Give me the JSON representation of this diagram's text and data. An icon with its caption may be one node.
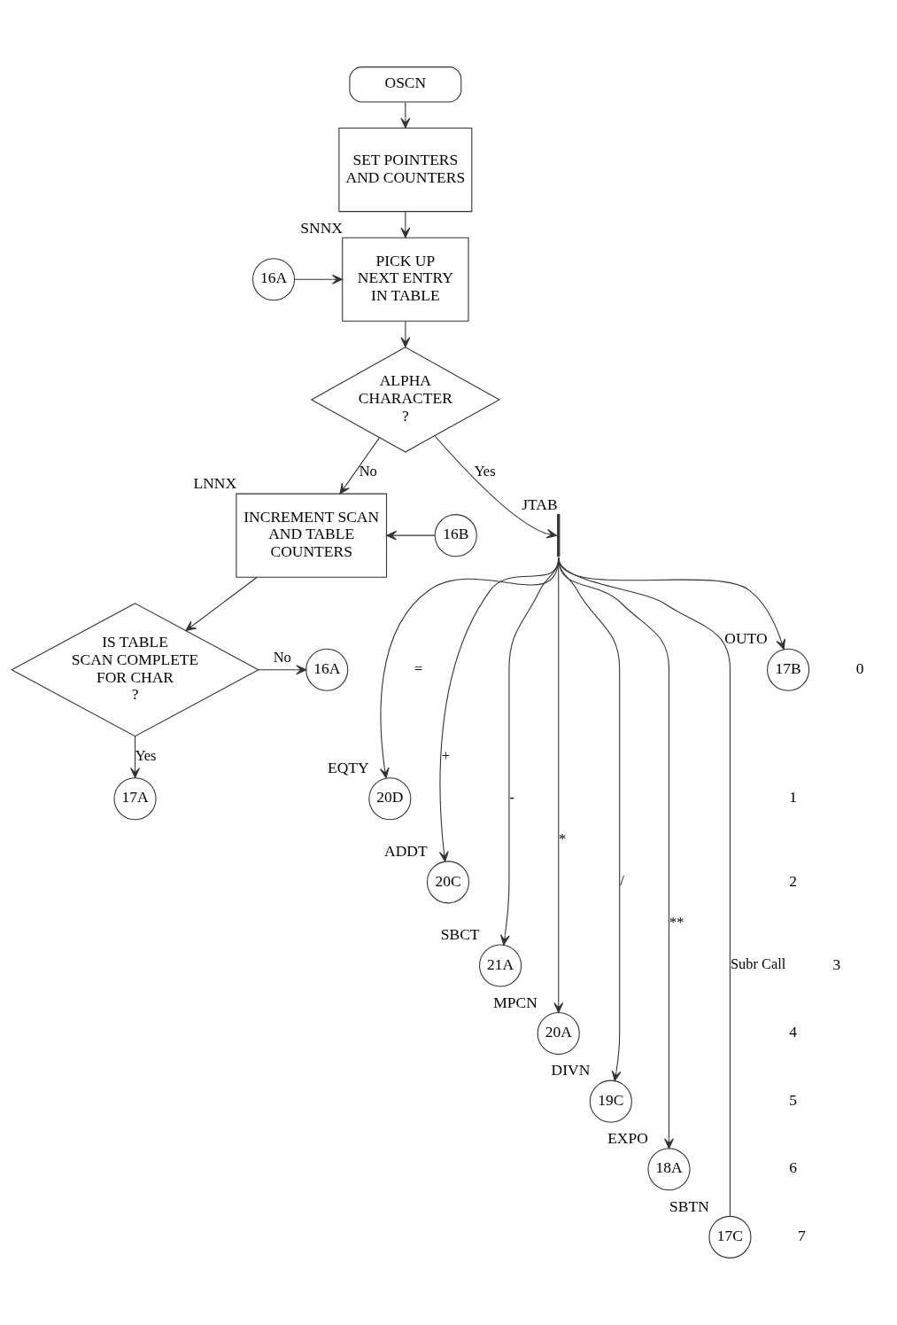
{
  "diagram": {
    "nodes": [
      {
        "text": [
          "OSCN"
        ]
      },
      {
        "text": [
          "SET POINTERS AND COUNTERS"
        ]
      },
      {
        "text": [
          "16A"
        ]
      },
      {
        "text": [
          "PICK UP NEXT ENTRY IN TABLE"
        ],
        "beside": [
          "SNNX"
        ]
      },
      {
        "text": [
          "ALPHA CHARACTER ?"
        ]
      },
      {
        "text": [
          "16B"
        ]
      },
      {
        "text": [
          "INCREMENT SCAN AND TABLE COUNTERS"
        ],
        "beside": [
          "LNNX"
        ]
      },
      {
        "text": [
          "IS TABLE SCAN COMPLETE FOR CHAR ?"
        ]
      },
      {
        "text": [
          "16A"
        ]
      },
      {
        "text": [
          "17A"
        ]
      },
      {
        "text": [],
        "shape": "bar",
        "beside": [
          "JTAB"
        ]
      },
      {
        "text": [
          "17B"
        ],
        "beside": [
          "OUTO"
        ]
      },
      {
        "text": [
          "20D"
        ],
        "beside": [
          "EQTY"
        ]
      },
      {
        "text": [
          "20C"
        ],
        "beside": [
          "ADDT"
        ]
      },
      {
        "text": [
          "21A"
        ],
        "beside": [
          "SBCT"
        ]
      },
      {
        "text": [
          "20A"
        ],
        "beside": [
          "MPCN"
        ]
      },
      {
        "text": [
          "19C"
        ],
        "beside": [
          "DIVN"
        ]
      },
      {
        "text": [
          "18A"
        ],
        "beside": [
          "EXPO"
        ]
      },
      {
        "text": [
          "17C"
        ],
        "beside": [
          "SBTN"
        ]
      }
    ],
    "edges": [
      {
        "from": 0,
        "to": 1,
        "arrow": "to"
      },
      {
        "from": 1,
        "to": 3,
        "arrow": "to"
      },
      {
        "from": 2,
        "to": 3,
        "arrow": "to"
      },
      {
        "from": 3,
        "to": 4,
        "arrow": "to"
      },
      {
        "from": 4,
        "to": 10,
        "arrow": "to",
        "label": "Yes"
      },
      {
        "from": 4,
        "to": 6,
        "arrow": "to",
        "label": "No"
      },
      {
        "from": 5,
        "to": 6,
        "arrow": "to"
      },
      {
        "from": 6,
        "to": 7,
        "arrow": "to"
      },
      {
        "from": 7,
        "to": 8,
        "arrow": "to",
        "label": "No"
      },
      {
        "from": 7,
        "to": 9,
        "arrow": "to",
        "label": "Yes"
      },
      {
        "from": 10,
        "to": 11,
        "arrow": "to"
      },
      {
        "from": 10,
        "to": 12,
        "arrow": "to",
        "label": "="
      },
      {
        "from": 10,
        "to": 13,
        "arrow": "to",
        "label": "+"
      },
      {
        "from": 10,
        "to": 14,
        "arrow": "to",
        "label": "-"
      },
      {
        "from": 10,
        "to": 15,
        "arrow": "to",
        "label": "*"
      },
      {
        "from": 10,
        "to": 16,
        "arrow": "to",
        "label": "/"
      },
      {
        "from": 10,
        "to": 17,
        "arrow": "to",
        "label": "**"
      },
      {
        "from": 10,
        "to": 18,
        "arrow": "none",
        "label": "Subr Call"
      }
    ],
    "labels": [
      "0",
      "1",
      "2",
      "3",
      "4",
      "5",
      "6",
      "7"
    ]
  }
}
